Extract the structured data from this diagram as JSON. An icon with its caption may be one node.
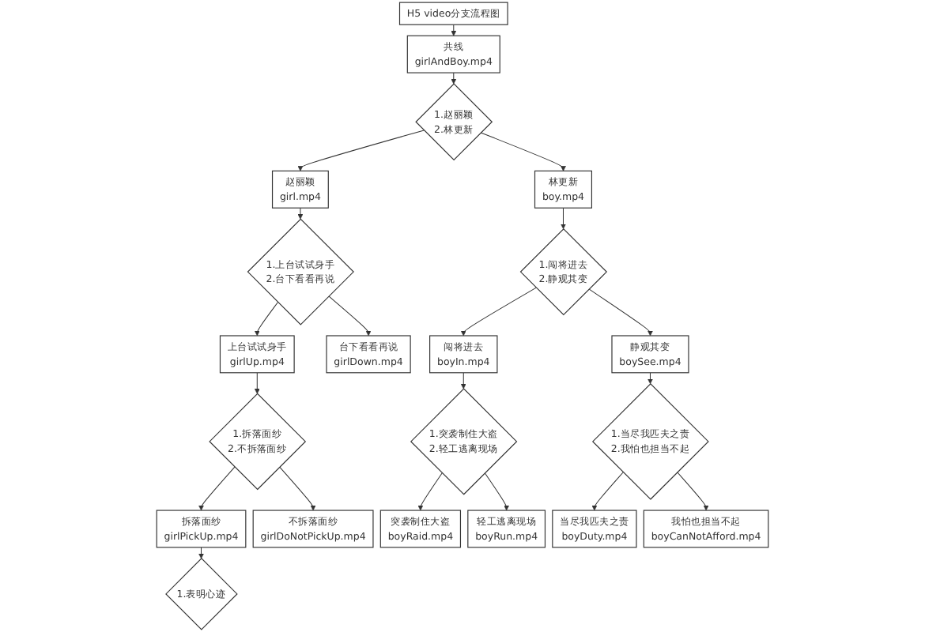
{
  "diagram": {
    "nodes": [
      {
        "text": [
          "H5 video分支流程图"
        ]
      },
      {
        "text": [
          "共线",
          "girlAndBoy.mp4"
        ]
      },
      {
        "text": [
          "1.赵丽颖 2.林更新"
        ]
      },
      {
        "text": [
          "赵丽颖",
          "girl.mp4"
        ]
      },
      {
        "text": [
          "林更新",
          "boy.mp4"
        ]
      },
      {
        "text": [
          "1.上台试试身手 2.台下看看再说"
        ]
      },
      {
        "text": [
          "上台试试身手",
          "girlUp.mp4"
        ]
      },
      {
        "text": [
          "台下看看再说",
          "girlDown.mp4"
        ]
      },
      {
        "text": [
          "1.闯将进去 2.静观其变"
        ]
      },
      {
        "text": [
          "闯将进去",
          "boyIn.mp4"
        ]
      },
      {
        "text": [
          "静观其变",
          "boySee.mp4"
        ]
      },
      {
        "text": [
          "1.拆落面纱 2.不拆落面纱"
        ]
      },
      {
        "text": [
          "拆落面纱",
          "girlPickUp.mp4"
        ]
      },
      {
        "text": [
          "不拆落面纱",
          "girlDoNotPickUp.mp4"
        ]
      },
      {
        "text": [
          "1.突袭制住大盗 2.轻工逃离现场"
        ]
      },
      {
        "text": [
          "突袭制住大盗",
          "boyRaid.mp4"
        ]
      },
      {
        "text": [
          "轻工逃离现场",
          "boyRun.mp4"
        ]
      },
      {
        "text": [
          "1.当尽我匹夫之责 2.我怕也担当不起"
        ]
      },
      {
        "text": [
          "当尽我匹夫之责",
          "boyDuty.mp4"
        ]
      },
      {
        "text": [
          "我怕也担当不起",
          "boyCanNotAfford.mp4"
        ]
      },
      {
        "text": [
          "1.表明心迹"
        ]
      }
    ],
    "edges": [
      {
        "from": 0,
        "to": 1,
        "arrow": "to"
      },
      {
        "from": 1,
        "to": 2,
        "arrow": "to"
      },
      {
        "from": 2,
        "to": 3,
        "arrow": "to"
      },
      {
        "from": 2,
        "to": 4,
        "arrow": "to"
      },
      {
        "from": 3,
        "to": 5,
        "arrow": "to"
      },
      {
        "from": 5,
        "to": 6,
        "arrow": "to"
      },
      {
        "from": 5,
        "to": 7,
        "arrow": "to"
      },
      {
        "from": 4,
        "to": 8,
        "arrow": "to"
      },
      {
        "from": 8,
        "to": 9,
        "arrow": "to"
      },
      {
        "from": 8,
        "to": 10,
        "arrow": "to"
      },
      {
        "from": 6,
        "to": 11,
        "arrow": "to"
      },
      {
        "from": 11,
        "to": 12,
        "arrow": "to"
      },
      {
        "from": 11,
        "to": 13,
        "arrow": "to"
      },
      {
        "from": 9,
        "to": 14,
        "arrow": "to"
      },
      {
        "from": 14,
        "to": 15,
        "arrow": "to"
      },
      {
        "from": 14,
        "to": 16,
        "arrow": "to"
      },
      {
        "from": 10,
        "to": 17,
        "arrow": "to"
      },
      {
        "from": 17,
        "to": 18,
        "arrow": "to"
      },
      {
        "from": 17,
        "to": 19,
        "arrow": "to"
      },
      {
        "from": 12,
        "to": 20,
        "arrow": "to"
      }
    ]
  }
}
